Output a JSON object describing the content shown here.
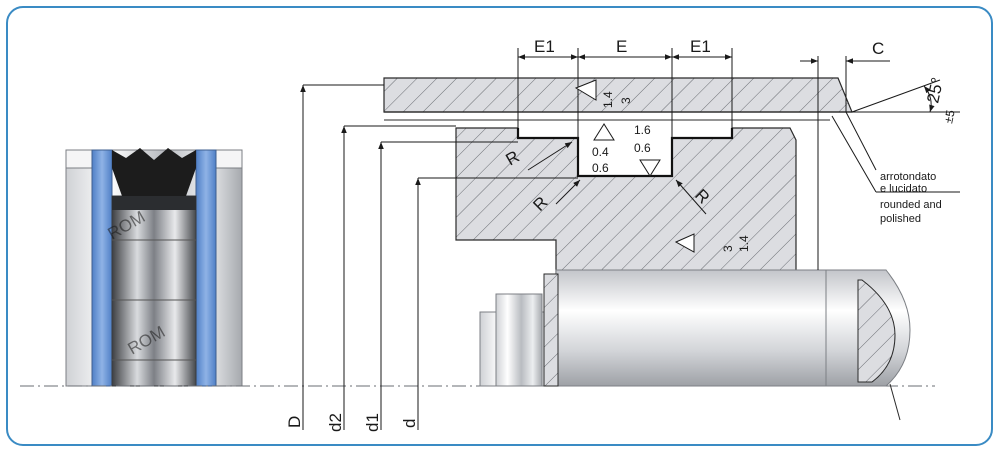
{
  "dimensions": {
    "e1_left": "E1",
    "e": "E",
    "e1_right": "E1",
    "c": "C",
    "angle": "25°",
    "angle_tol": "±5",
    "D": "D",
    "d2": "d2",
    "d1": "d1",
    "d": "d",
    "radius_1": "R",
    "radius_2": "R",
    "radius_3": "R"
  },
  "roughness": {
    "bore_top": "1.4",
    "bore_bottom": "3",
    "groove_base_top": "1.6",
    "groove_base_bottom": "0.6",
    "groove_side_top": "0.4",
    "groove_side_bottom": "0.6",
    "rod_top": "1.4",
    "rod_bottom": "3"
  },
  "notes": {
    "it_line1": "arrotondato",
    "it_line2": "e lucidato",
    "en_line1": "rounded and",
    "en_line2": "polished"
  },
  "watermark": "ROM",
  "colors": {
    "frame": "#3a8bc4",
    "seal_blue": "#6f9ad6",
    "seal_black": "#1c1c1c",
    "hatch_fill": "#dcdde1",
    "metal_light": "#f2f2f4",
    "metal_mid": "#c6c8cc",
    "metal_dark": "#8d9096"
  }
}
